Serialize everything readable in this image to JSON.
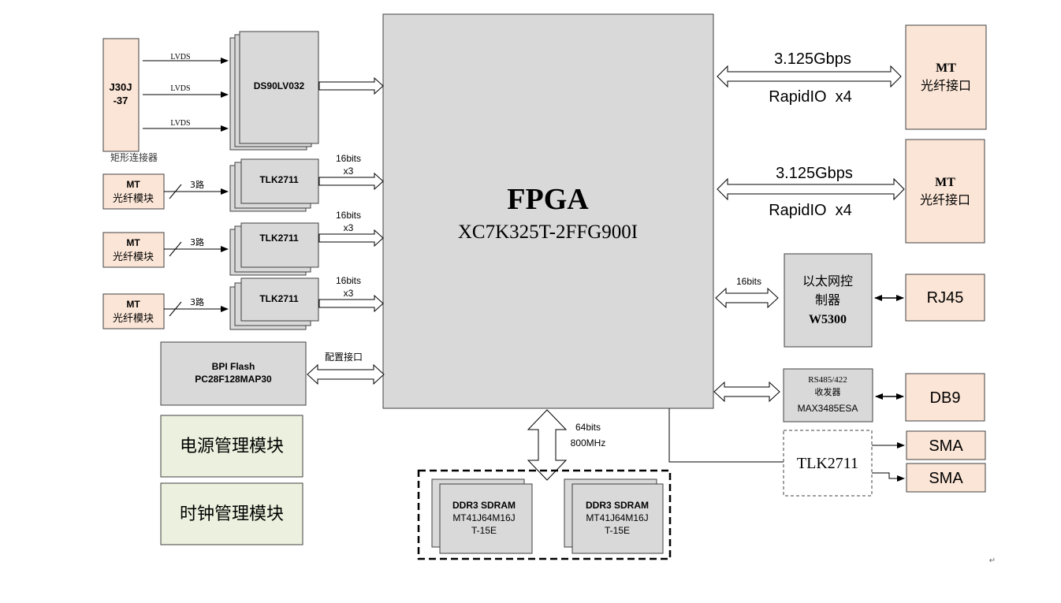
{
  "fpga": {
    "title": "FPGA",
    "part": "XC7K325T-2FFG900I"
  },
  "connector": {
    "name_line1": "J30J",
    "name_line2": "-37",
    "caption": "矩形连接器",
    "lvds_labels": [
      "LVDS",
      "LVDS",
      "LVDS"
    ]
  },
  "lvds_receiver": {
    "name": "DS90LV032"
  },
  "fiber_modules": [
    {
      "line1": "MT",
      "line2": "光纤模块",
      "lanes": "3路",
      "chip": "TLK2711",
      "bus_line1": "16bits",
      "bus_line2": "x3"
    },
    {
      "line1": "MT",
      "line2": "光纤模块",
      "lanes": "3路",
      "chip": "TLK2711",
      "bus_line1": "16bits",
      "bus_line2": "x3"
    },
    {
      "line1": "MT",
      "line2": "光纤模块",
      "lanes": "3路",
      "chip": "TLK2711",
      "bus_line1": "16bits",
      "bus_line2": "x3"
    }
  ],
  "flash": {
    "line1": "BPI Flash",
    "line2": "PC28F128MAP30",
    "bus_label": "配置接口"
  },
  "power_module": {
    "label": "电源管理模块"
  },
  "clock_module": {
    "label": "时钟管理模块"
  },
  "rapidio_links": [
    {
      "speed": "3.125Gbps",
      "protocol": "RapidIO  x4",
      "target_line1": "MT",
      "target_line2": "光纤接口"
    },
    {
      "speed": "3.125Gbps",
      "protocol": "RapidIO  x4",
      "target_line1": "MT",
      "target_line2": "光纤接口"
    }
  ],
  "ethernet": {
    "bus_label": "16bits",
    "line1": "以太网控",
    "line2": "制器",
    "line3": "W5300",
    "port": "RJ45"
  },
  "serial": {
    "line1": "RS485/422",
    "line2": "收发器",
    "line3": "MAX3485ESA",
    "port": "DB9"
  },
  "optional_serdes": {
    "label": "TLK2711",
    "outputs": [
      "SMA",
      "SMA"
    ]
  },
  "memory": {
    "bus_line1": "64bits",
    "bus_line2": "800MHz",
    "chips": [
      {
        "line1": "DDR3 SDRAM",
        "line2": "MT41J64M16J",
        "line3": "T-15E"
      },
      {
        "line1": "DDR3 SDRAM",
        "line2": "MT41J64M16J",
        "line3": "T-15E"
      }
    ]
  },
  "colors": {
    "gray_block": "#d9d9d9",
    "peach_block": "#fbe5d6",
    "green_block": "#ebf1de",
    "stroke": "#404040"
  },
  "mark": "↵"
}
